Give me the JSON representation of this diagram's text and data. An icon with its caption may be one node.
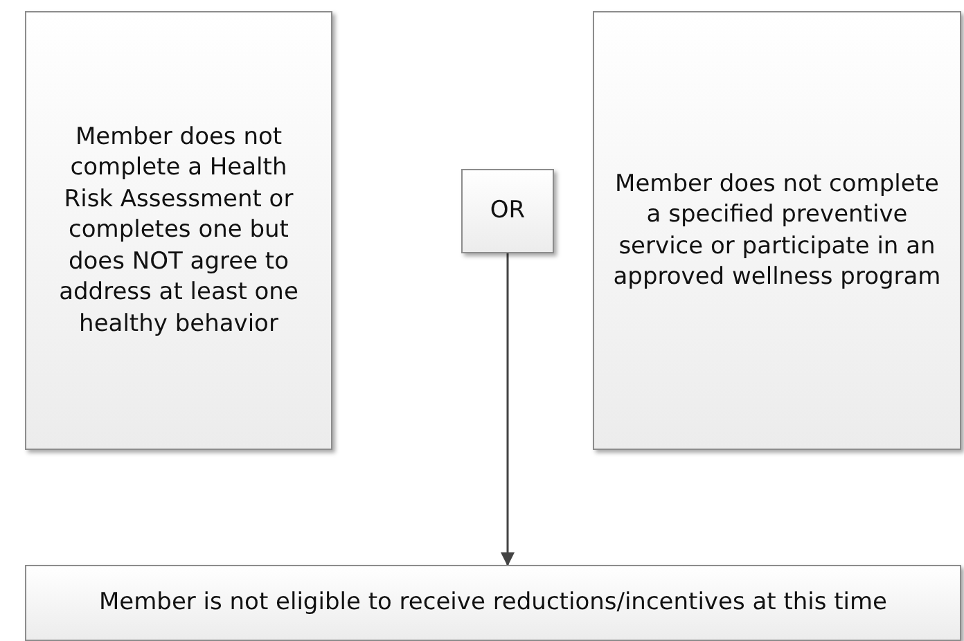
{
  "diagram": {
    "nodes": [
      {
        "text": [
          "Member does not complete a Health Risk Assessment or completes one but does NOT agree to address at least one healthy behavior"
        ]
      },
      {
        "text": [
          "Member does not complete a specified preventive service or participate in an approved wellness program"
        ]
      },
      {
        "text": [
          "OR"
        ]
      },
      {
        "text": [
          "Member is not eligible to receive reductions/incentives at this time"
        ]
      }
    ],
    "edges": [
      {
        "from": 2,
        "to": 3,
        "arrow": "to"
      }
    ]
  }
}
